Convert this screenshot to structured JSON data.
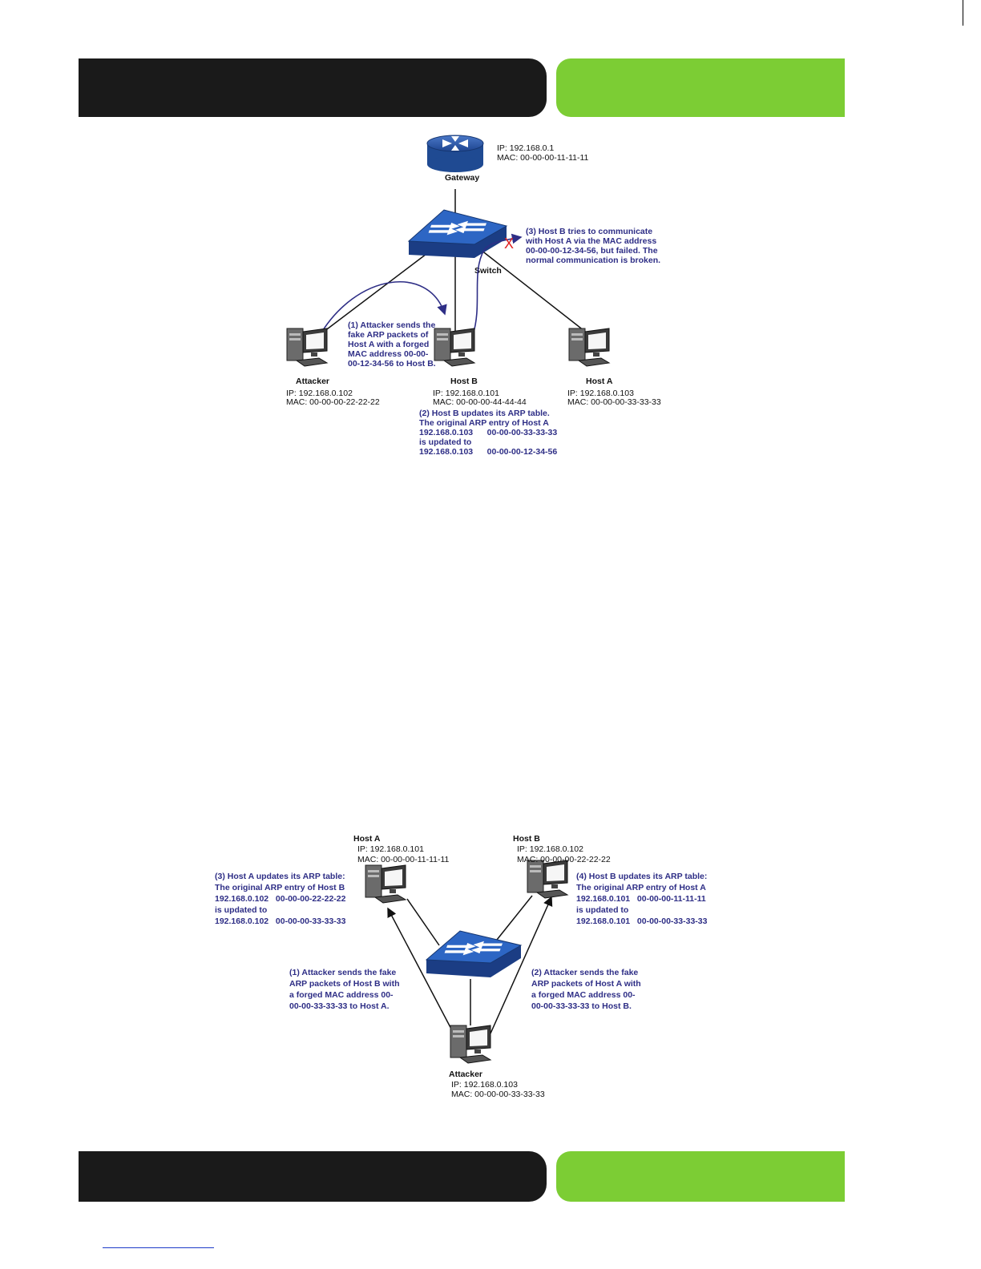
{
  "diagram1": {
    "gateway": {
      "name": "Gateway",
      "ip": "IP: 192.168.0.1",
      "mac": "MAC: 00-00-00-11-11-11"
    },
    "switch": {
      "name": "Switch"
    },
    "attacker": {
      "name": "Attacker",
      "ip": "IP: 192.168.0.102",
      "mac": "MAC: 00-00-00-22-22-22"
    },
    "host_b": {
      "name": "Host B",
      "ip": "IP: 192.168.0.101",
      "mac": "MAC: 00-00-00-44-44-44"
    },
    "host_a": {
      "name": "Host A",
      "ip": "IP: 192.168.0.103",
      "mac": "MAC: 00-00-00-33-33-33"
    },
    "step1": [
      "(1) Attacker sends the",
      "fake ARP packets of",
      "Host A with a forged",
      "MAC address 00-00-",
      "00-12-34-56 to Host B."
    ],
    "step2": [
      "(2) Host B updates its ARP table.",
      "The original ARP entry of Host A",
      "192.168.0.103      00-00-00-33-33-33",
      "is updated to",
      "192.168.0.103      00-00-00-12-34-56"
    ],
    "step3": [
      "(3) Host B tries to communicate",
      "with Host A via the MAC address",
      "00-00-00-12-34-56, but failed. The",
      "normal communication is broken."
    ],
    "fail_mark": "X"
  },
  "diagram2": {
    "host_a": {
      "name": "Host A",
      "ip": "IP: 192.168.0.101",
      "mac": "MAC: 00-00-00-11-11-11"
    },
    "host_b": {
      "name": "Host B",
      "ip": "IP: 192.168.0.102",
      "mac": "MAC: 00-00-00-22-22-22"
    },
    "attacker": {
      "name": "Attacker",
      "ip": "IP: 192.168.0.103",
      "mac": "MAC: 00-00-00-33-33-33"
    },
    "step1": [
      "(1) Attacker sends the fake",
      "ARP packets of Host B with",
      "a forged MAC address 00-",
      "00-00-33-33-33 to Host A."
    ],
    "step2": [
      "(2) Attacker sends the fake",
      "ARP packets of Host A with",
      "a forged MAC address 00-",
      "00-00-33-33-33 to Host B."
    ],
    "step3": [
      "(3) Host A updates its ARP table:",
      "The original ARP entry of Host B",
      "192.168.0.102   00-00-00-22-22-22",
      "is updated to",
      "192.168.0.102   00-00-00-33-33-33"
    ],
    "step4": [
      "(4) Host B updates its ARP table:",
      "The original ARP entry of Host A",
      "192.168.0.101   00-00-00-11-11-11",
      "is updated to",
      "192.168.0.101   00-00-00-33-33-33"
    ]
  }
}
